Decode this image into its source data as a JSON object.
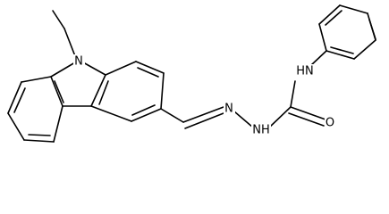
{
  "labels": {
    "n_carbazole": "N",
    "n_imine": "N",
    "nh_hydrazide": "NH",
    "nh_anilide": "HN",
    "o_carbonyl": "O"
  },
  "colors": {
    "bond": "#000000",
    "text": "#000000",
    "background": "#ffffff"
  }
}
